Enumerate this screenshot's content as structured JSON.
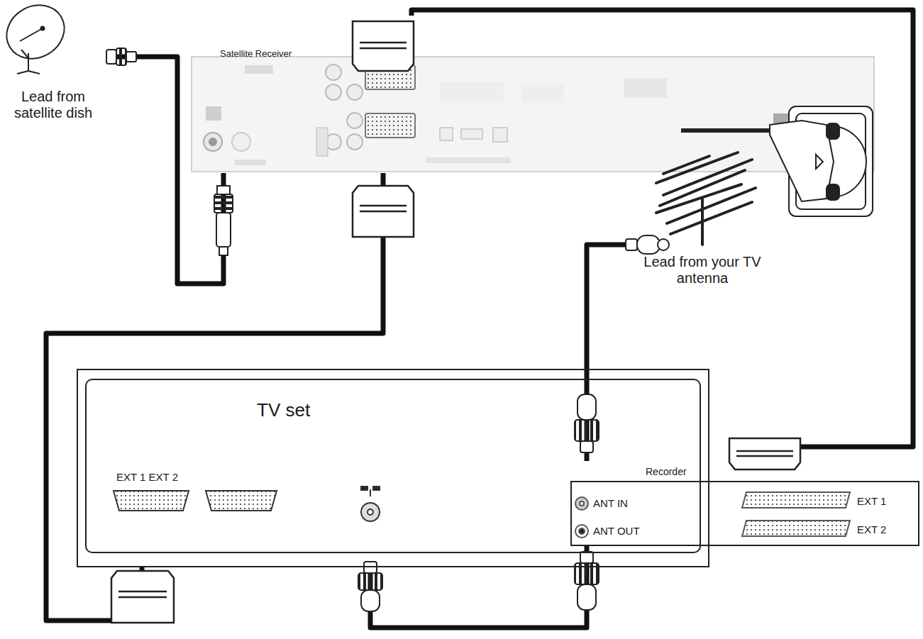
{
  "diagram": {
    "nodes": [
      {
        "text": [
          "Lead from satellite dish"
        ]
      },
      {
        "text": [
          "Satellite Receiver"
        ]
      },
      {
        "text": [
          "Lead from your TV antenna"
        ]
      },
      {
        "text": [
          "TV set",
          "EXT 1 EXT 2"
        ]
      },
      {
        "text": [
          "Recorder",
          "ANT IN",
          "ANT OUT",
          "EXT 1",
          "EXT 2"
        ]
      }
    ],
    "edges": [
      {
        "from": 0,
        "to": 1,
        "arrow": "none"
      },
      {
        "from": 1,
        "to": 3,
        "arrow": "none"
      },
      {
        "from": 1,
        "to": 4,
        "arrow": "none"
      },
      {
        "from": 2,
        "to": 4,
        "arrow": "none"
      },
      {
        "from": 4,
        "to": 3,
        "arrow": "none"
      }
    ]
  }
}
